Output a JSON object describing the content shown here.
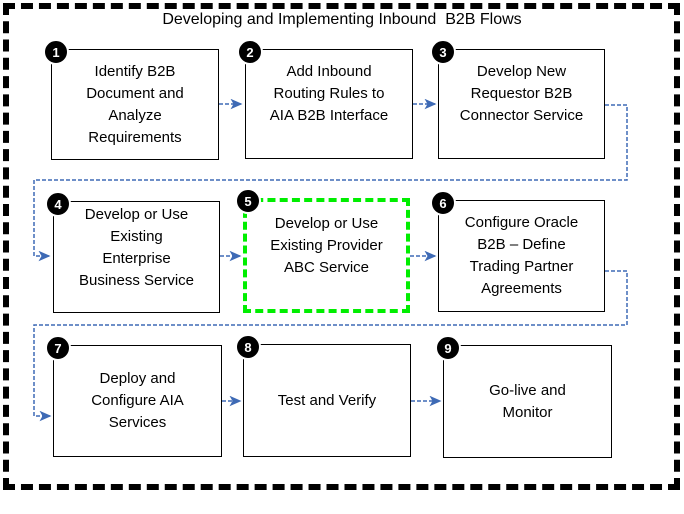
{
  "diagram": {
    "title": "Developing and Implementing Inbound  B2B Flows",
    "steps": [
      {
        "number": "1",
        "label": "Identify B2B\nDocument and\nAnalyze\nRequirements",
        "highlighted": false
      },
      {
        "number": "2",
        "label": "Add Inbound\nRouting Rules to\nAIA B2B Interface",
        "highlighted": false
      },
      {
        "number": "3",
        "label": "Develop New\nRequestor B2B\nConnector Service",
        "highlighted": false
      },
      {
        "number": "4",
        "label": "Develop or Use\nExisting\nEnterprise\nBusiness Service",
        "highlighted": false
      },
      {
        "number": "5",
        "label": "Develop or Use\nExisting Provider\nABC Service",
        "highlighted": true
      },
      {
        "number": "6",
        "label": "Configure Oracle\nB2B – Define\nTrading Partner\nAgreements",
        "highlighted": false
      },
      {
        "number": "7",
        "label": "Deploy and\nConfigure AIA\nServices",
        "highlighted": false
      },
      {
        "number": "8",
        "label": "Test and Verify",
        "highlighted": false
      },
      {
        "number": "9",
        "label": "Go-live and\nMonitor",
        "highlighted": false
      }
    ],
    "flow_order": "1 → 2 → 3 → 4 → 5 → 6 → 7 → 8 → 9"
  },
  "colors": {
    "connector": "#3e6ab5",
    "highlight_border": "#00ee00",
    "box_border": "#000000",
    "frame_border": "#000000",
    "badge_background": "#000000",
    "badge_text": "#ffffff",
    "background": "#ffffff"
  }
}
